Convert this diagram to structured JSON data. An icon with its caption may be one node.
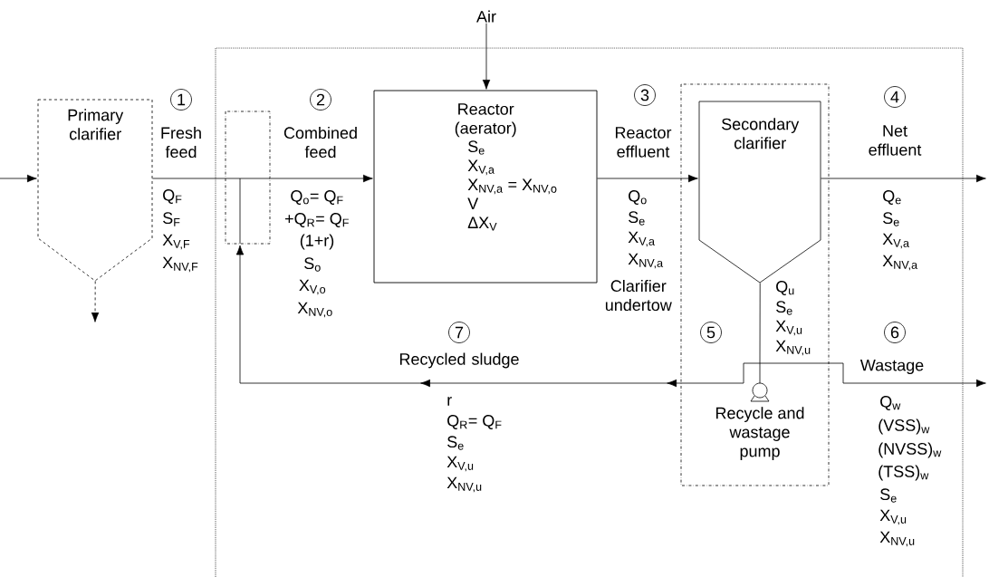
{
  "diagram": {
    "nodes": [
      {
        "text": [
          "Primary clarifier"
        ]
      },
      {
        "text": [],
        "shape": "box"
      },
      {
        "text": [
          "Air"
        ]
      },
      {
        "text": [
          "Reactor (aerator)",
          "S$_{e}$",
          "X$_{V,a}$",
          "X$_{NV,a}$ = X$_{NV,o}$",
          "V",
          "ΔX$_{V}$"
        ]
      },
      {
        "text": [],
        "shape": "box"
      },
      {
        "text": [
          "Secondary clarifier"
        ],
        "in": 4
      },
      {
        "text": [
          "Recycle and wastage pump"
        ],
        "in": 4
      }
    ],
    "edges": [
      {
        "from": null,
        "to": 0,
        "arrow": "to"
      },
      {
        "from": 0,
        "to": null,
        "arrow": "to",
        "style": "dashed"
      },
      {
        "from": 0,
        "to": 1,
        "arrow": "none"
      },
      {
        "from": 1,
        "to": 3,
        "arrow": "to"
      },
      {
        "from": 2,
        "to": 3,
        "arrow": "to"
      },
      {
        "from": 3,
        "to": 5,
        "arrow": "to"
      },
      {
        "from": 5,
        "to": null,
        "arrow": "to"
      },
      {
        "from": 5,
        "to": 6,
        "arrow": "none"
      },
      {
        "from": 6,
        "to": null,
        "arrow": "to"
      },
      {
        "from": 6,
        "to": 1,
        "arrow": "to"
      }
    ],
    "labels": [
      "1",
      "Fresh feed",
      "2",
      "Combined feed",
      "3",
      "Reactor effluent",
      "4",
      "Net effluent",
      "Q$_{F}$",
      "S$_{F}$",
      "X$_{V,F}$",
      "X$_{NV,F}$",
      "Q$_{o}$= Q$_{F}$",
      "+Q$_{R}$= Q$_{F}$",
      "(1+r)",
      "S$_{o}$",
      "X$_{V,o}$",
      "X$_{NV,o}$",
      "Q$_{o}$",
      "S$_{e}$",
      "X$_{V,a}$",
      "X$_{NV,a}$",
      "Q$_{e}$",
      "S$_{e}$",
      "X$_{V,a}$",
      "X$_{NV,a}$",
      "Clarifier undertow",
      "Q$_{u}$",
      "S$_{e}$",
      "X$_{V,u}$",
      "X$_{NV,u}$",
      "5",
      "6",
      "7",
      "Recycled sludge",
      "Wastage",
      "r",
      "Q$_{R}$= Q$_{F}$",
      "S$_{e}$",
      "X$_{V,u}$",
      "X$_{NV,u}$",
      "Q$_{w}$",
      "(VSS)$_{w}$",
      "(NVSS)$_{w}$",
      "(TSS)$_{w}$",
      "S$_{e}$",
      "X$_{V,u}$",
      "X$_{NV,u}$"
    ]
  }
}
